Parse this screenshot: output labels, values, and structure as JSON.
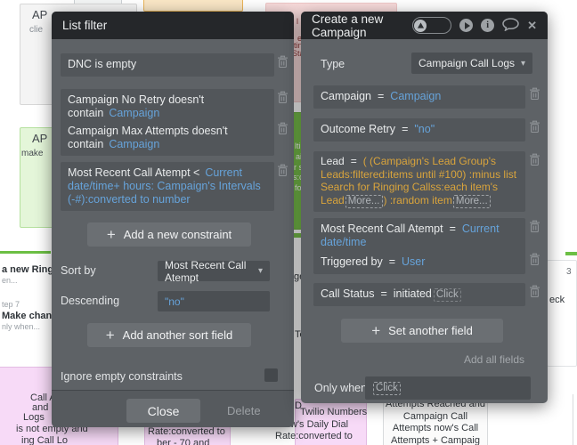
{
  "background": {
    "fragments": [
      {
        "t": "AP"
      },
      {
        "t": "clie"
      },
      {
        "t": "AP"
      },
      {
        "t": "make"
      },
      {
        "t": "a new Ringin"
      },
      {
        "t": "en..."
      },
      {
        "t": "tep 7"
      },
      {
        "t": "Make change"
      },
      {
        "t": "nly when..."
      },
      {
        "t": "l"
      },
      {
        "t": "e"
      },
      {
        "t": "tin"
      },
      {
        "t": "Sta"
      },
      {
        "t": "lti"
      },
      {
        "t": "ai"
      },
      {
        "t": "r s"
      },
      {
        "t": "s:c"
      },
      {
        "t": "fo"
      },
      {
        "t": "ge"
      },
      {
        "t": "Te"
      },
      {
        "t": "3"
      },
      {
        "t": "eck"
      },
      {
        "t": "Call A"
      },
      {
        "t": "and"
      },
      {
        "t": "Logs"
      },
      {
        "t": "is not empty and"
      },
      {
        "t": "ing Call Lo"
      },
      {
        "t": "Rate:converted to"
      },
      {
        "t": "ber - 70 and"
      },
      {
        "t": "D"
      },
      {
        "t": "Twilio Numbers"
      },
      {
        "t": "w's Daily Dial"
      },
      {
        "t": "Rate:converted to"
      }
    ],
    "gray_card_lines": [
      "Attempts Reached and",
      "Campaign Call",
      "Attempts now's Call",
      "Attempts + Campaig"
    ]
  },
  "left_modal": {
    "title": "List filter",
    "constraints": [
      {
        "text": "DNC is empty",
        "value": ""
      },
      {
        "text": "Campaign No Retry doesn't contain",
        "value": "Campaign"
      },
      {
        "text": "Campaign Max Attempts doesn't contain",
        "value": "Campaign"
      },
      {
        "text": "Most Recent Call Atempt <",
        "value": "Current date/time+ hours: Campaign's Intervals (-#):converted to number"
      }
    ],
    "add_constraint_label": "Add a new constraint",
    "sort_by_label": "Sort by",
    "sort_by_value": "Most Recent Call Atempt",
    "descending_label": "Descending",
    "descending_value": "\"no\"",
    "add_sort_label": "Add another sort field",
    "ignore_label": "Ignore empty constraints",
    "close_label": "Close",
    "delete_label": "Delete"
  },
  "right_modal": {
    "title": "Create a new Campaign",
    "type_label": "Type",
    "type_value": "Campaign Call Logs",
    "fields": [
      {
        "name": "Campaign",
        "op": "=",
        "value": "Campaign"
      },
      {
        "name": "Outcome Retry",
        "op": "=",
        "value": "\"no\""
      },
      {
        "name": "Lead",
        "op": "=",
        "value_part1": "( (Campaign's Lead Group's Leads:filtered:items until #100) :minus list Search for Ringing Callss:each item's Lead",
        "more1": "More...",
        "value_part2": ") :random item",
        "more2": "More..."
      },
      {
        "name": "Most Recent Call Atempt",
        "op": "=",
        "value": "Current date/time"
      },
      {
        "name": "Triggered by",
        "op": "=",
        "value": "User"
      },
      {
        "name": "Call Status",
        "op": "=",
        "value": "initiated",
        "placeholder": "Click"
      }
    ],
    "set_field_label": "Set another field",
    "add_all_fields": "Add all fields",
    "only_when_label": "Only when",
    "only_when_placeholder": "Click"
  },
  "glyphs": {
    "plus": "+",
    "caret": "▾",
    "close": "✕"
  },
  "colors": {
    "accent_blue": "#66a3da",
    "accent_orange": "#d9a43c",
    "header_bg": "#25272a",
    "modal_bg": "#5e6266",
    "row_bg": "#52565a",
    "green": "#79c14c",
    "pink": "#f7daf7"
  }
}
